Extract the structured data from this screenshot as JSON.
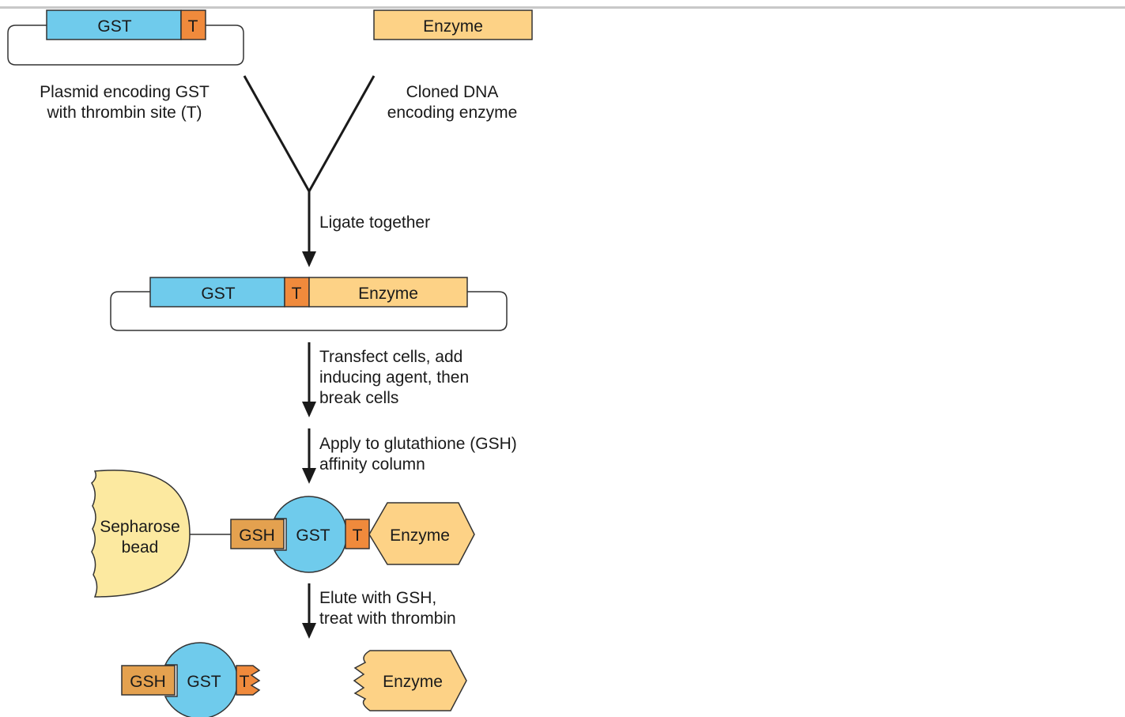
{
  "plasmid_top": {
    "gst": "GST",
    "t": "T"
  },
  "enzyme_top": "Enzyme",
  "caption_plasmid": {
    "line1": "Plasmid encoding GST",
    "line2": "with thrombin site (T)"
  },
  "caption_cloned": {
    "line1": "Cloned DNA",
    "line2": "encoding enzyme"
  },
  "step_ligate": "Ligate together",
  "plasmid_combined": {
    "gst": "GST",
    "t": "T",
    "enzyme": "Enzyme"
  },
  "step_transfect": {
    "line1": "Transfect cells, add",
    "line2": "inducing agent, then",
    "line3": "break cells"
  },
  "step_apply": {
    "line1": "Apply to glutathione (GSH)",
    "line2": "affinity column"
  },
  "bead": {
    "line1": "Sepharose",
    "line2": "bead"
  },
  "bound_complex": {
    "gsh": "GSH",
    "gst": "GST",
    "t": "T",
    "enzyme": "Enzyme"
  },
  "step_elute": {
    "line1": "Elute with GSH,",
    "line2": "treat with thrombin"
  },
  "products": {
    "gsh": "GSH",
    "gst": "GST",
    "t": "T",
    "enzyme": "Enzyme"
  },
  "colors": {
    "gst": "#6fcbec",
    "thrombin": "#f08a3c",
    "enzyme": "#fdd286",
    "gsh": "#e4a14f",
    "bead": "#fce9a0",
    "outline": "#333333",
    "top_rule": "#c8c8c8"
  }
}
